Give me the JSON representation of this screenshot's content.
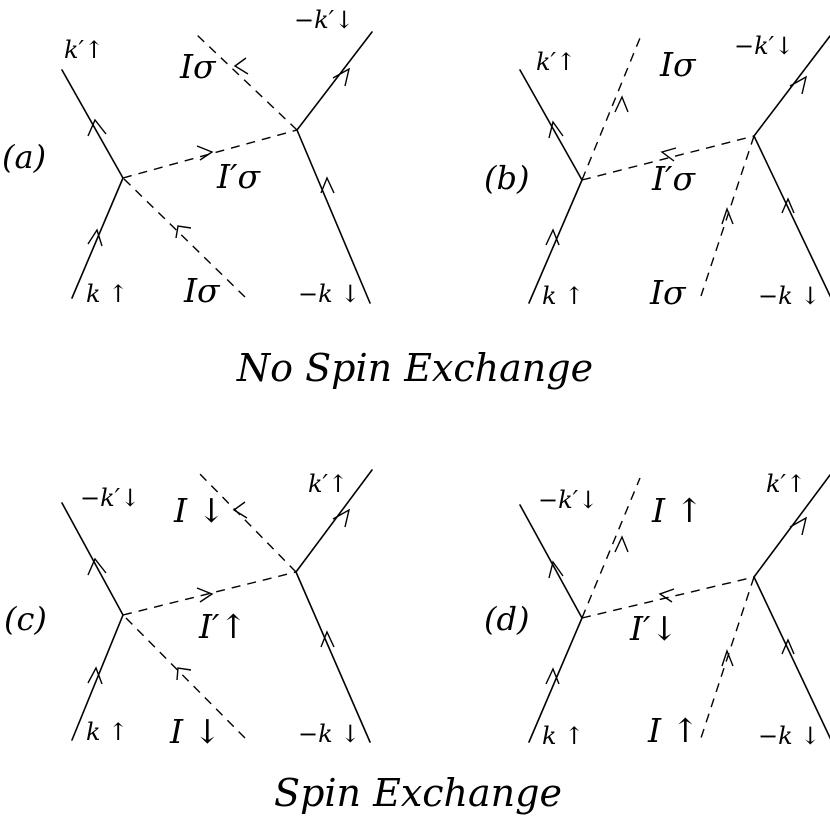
{
  "diagrams": {
    "a": {
      "panel": "(a)",
      "k_out": "k′↑",
      "minus_k_out": "−k′↓",
      "impurity_out": "Iσ",
      "intermediate": "I′σ",
      "k_in": "k ↑",
      "impurity_in": "Iσ",
      "minus_k_in": "−k ↓"
    },
    "b": {
      "panel": "(b)",
      "k_out": "k′↑",
      "minus_k_out": "−k′↓",
      "impurity_out": "Iσ",
      "intermediate": "I′σ",
      "k_in": "k ↑",
      "impurity_in": "Iσ",
      "minus_k_in": "−k ↓"
    },
    "c": {
      "panel": "(c)",
      "minus_k_out": "−k′↓",
      "k_out": "k′↑",
      "impurity_out": "I ↓",
      "intermediate": "I′↑",
      "k_in": "k ↑",
      "impurity_in": "I ↓",
      "minus_k_in": "−k ↓"
    },
    "d": {
      "panel": "(d)",
      "minus_k_out": "−k′↓",
      "k_out": "k′↑",
      "impurity_out": "I ↑",
      "intermediate": "I′↓",
      "k_in": "k ↑",
      "impurity_in": "I ↑",
      "minus_k_in": "−k ↓"
    }
  },
  "captions": {
    "top": "No Spin Exchange",
    "bottom": "Spin Exchange"
  }
}
